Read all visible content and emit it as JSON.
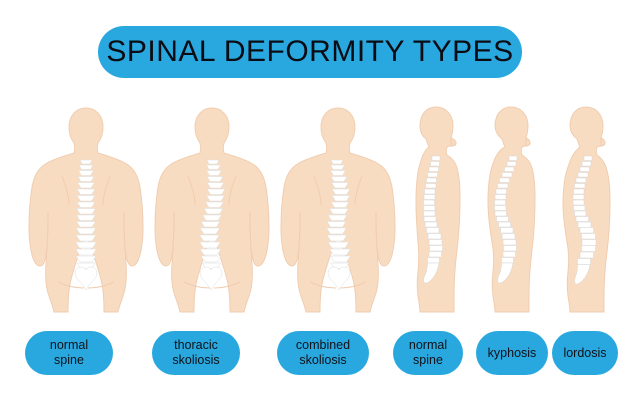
{
  "header": {
    "title": "SPINAL DEFORMITY TYPES",
    "banner_color": "#29a8df",
    "title_color": "#0c0c14"
  },
  "palette": {
    "background": "#ffffff",
    "skin": "#f8dcc2",
    "skin_shade": "#f0cdb0",
    "skin_outline": "#f0cdb0",
    "bone": "#ffffff",
    "bone_outline": "#d8d8d8",
    "accent_blue": "#29a8df",
    "text": "#101018"
  },
  "figures": [
    {
      "id": "normal-spine-posterior",
      "view": "posterior",
      "condition": "normal",
      "spine_shape": "straight",
      "label_lines": [
        "normal",
        "spine"
      ]
    },
    {
      "id": "thoracic-skoliosis-posterior",
      "view": "posterior",
      "condition": "thoracic scoliosis",
      "spine_shape": "single C-curve",
      "label_lines": [
        "thoracic",
        "skoliosis"
      ]
    },
    {
      "id": "combined-skoliosis-posterior",
      "view": "posterior",
      "condition": "combined scoliosis",
      "spine_shape": "double S-curve",
      "label_lines": [
        "combined",
        "skoliosis"
      ]
    },
    {
      "id": "normal-spine-lateral",
      "view": "lateral",
      "condition": "normal",
      "spine_shape": "natural sagittal curve",
      "label_lines": [
        "normal",
        "spine"
      ]
    },
    {
      "id": "kyphosis-lateral",
      "view": "lateral",
      "condition": "kyphosis",
      "spine_shape": "exaggerated thoracic rounding",
      "label_lines": [
        "kyphosis"
      ]
    },
    {
      "id": "lordosis-lateral",
      "view": "lateral",
      "condition": "lordosis",
      "spine_shape": "exaggerated lumbar inward curve",
      "label_lines": [
        "lordosis"
      ]
    }
  ],
  "labels": [
    {
      "id": "label-normal-spine-posterior",
      "line1": "normal",
      "line2": "spine"
    },
    {
      "id": "label-thoracic-skoliosis",
      "line1": "thoracic",
      "line2": "skoliosis"
    },
    {
      "id": "label-combined-skoliosis",
      "line1": "combined",
      "line2": "skoliosis"
    },
    {
      "id": "label-normal-spine-lateral",
      "line1": "normal",
      "line2": "spine"
    },
    {
      "id": "label-kyphosis",
      "line1": "kyphosis",
      "line2": ""
    },
    {
      "id": "label-lordosis",
      "line1": "lordosis",
      "line2": ""
    }
  ]
}
